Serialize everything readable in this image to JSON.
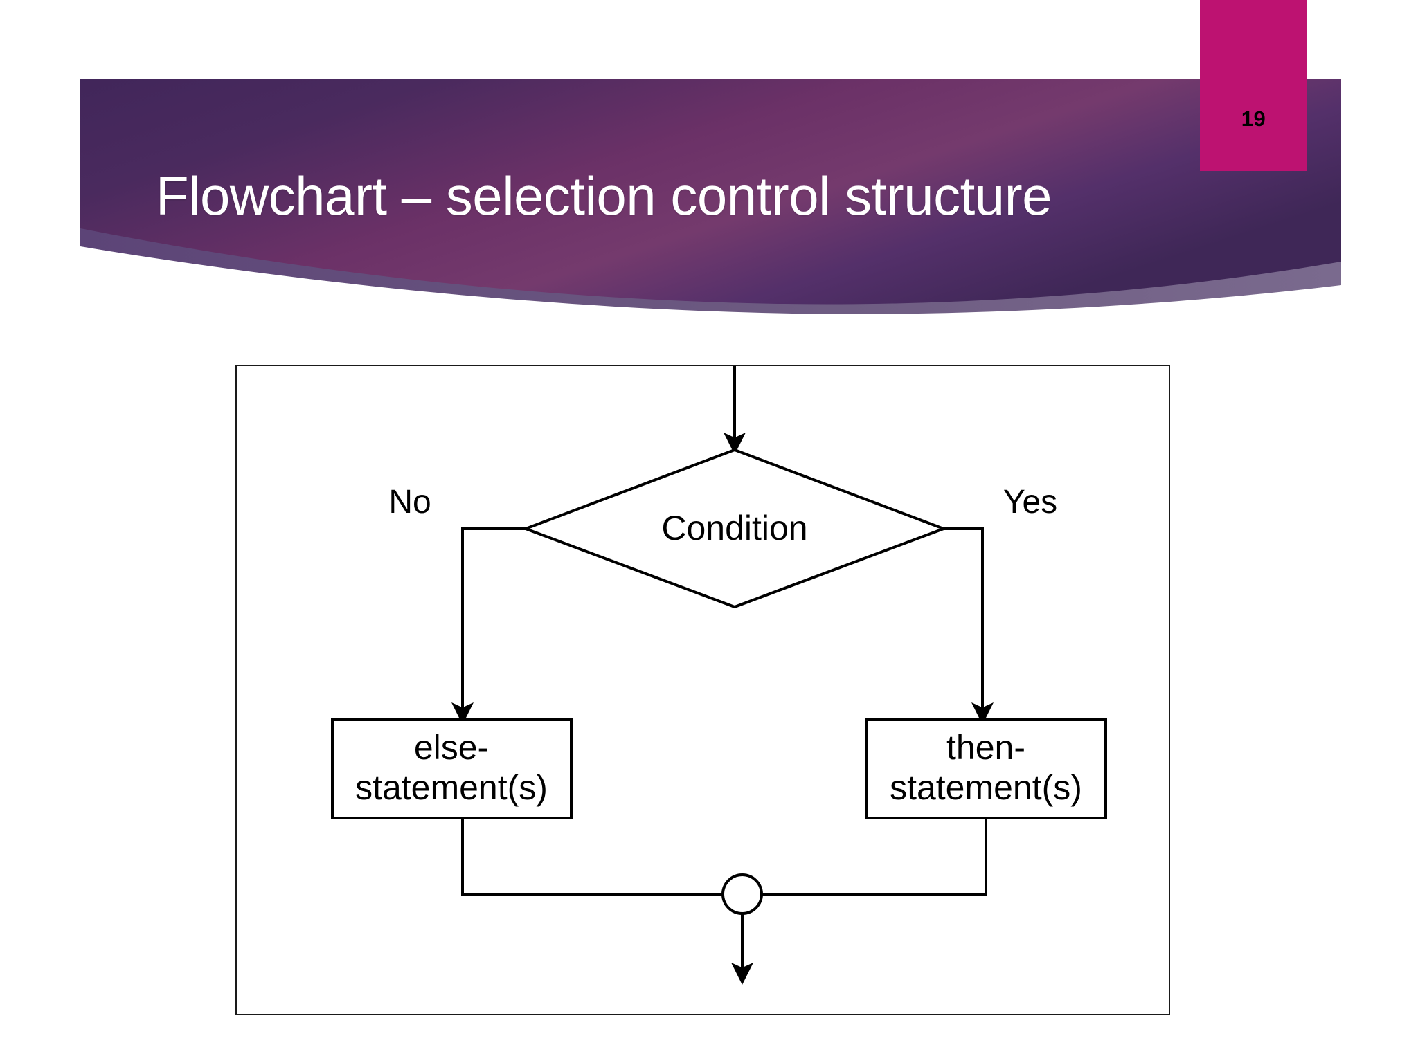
{
  "slide": {
    "page_number": "19",
    "title": "Flowchart – selection control structure",
    "background_color": "#ffffff"
  },
  "theme": {
    "banner_dark": "#472A5C",
    "banner_mid": "#6D3567",
    "banner_light_accent": "#6E5C82",
    "badge_color": "#BD1271",
    "title_color": "#FFFFFF",
    "diagram_stroke": "#000000"
  },
  "diagram": {
    "type": "flowchart",
    "caption": "selection control structure",
    "nodes": [
      {
        "id": "entry",
        "shape": "arrow",
        "label": ""
      },
      {
        "id": "condition",
        "shape": "diamond",
        "label": "Condition"
      },
      {
        "id": "else-branch",
        "shape": "rect",
        "label_line1": "else-",
        "label_line2": "statement(s)"
      },
      {
        "id": "then-branch",
        "shape": "rect",
        "label_line1": "then-",
        "label_line2": "statement(s)"
      },
      {
        "id": "merge",
        "shape": "circle",
        "label": ""
      },
      {
        "id": "exit",
        "shape": "arrow",
        "label": ""
      }
    ],
    "edge_labels": {
      "no": "No",
      "yes": "Yes"
    },
    "edges": [
      {
        "from": "entry",
        "to": "condition",
        "label": ""
      },
      {
        "from": "condition",
        "to": "else-branch",
        "label": "No"
      },
      {
        "from": "condition",
        "to": "then-branch",
        "label": "Yes"
      },
      {
        "from": "else-branch",
        "to": "merge",
        "label": ""
      },
      {
        "from": "then-branch",
        "to": "merge",
        "label": ""
      },
      {
        "from": "merge",
        "to": "exit",
        "label": ""
      }
    ]
  }
}
